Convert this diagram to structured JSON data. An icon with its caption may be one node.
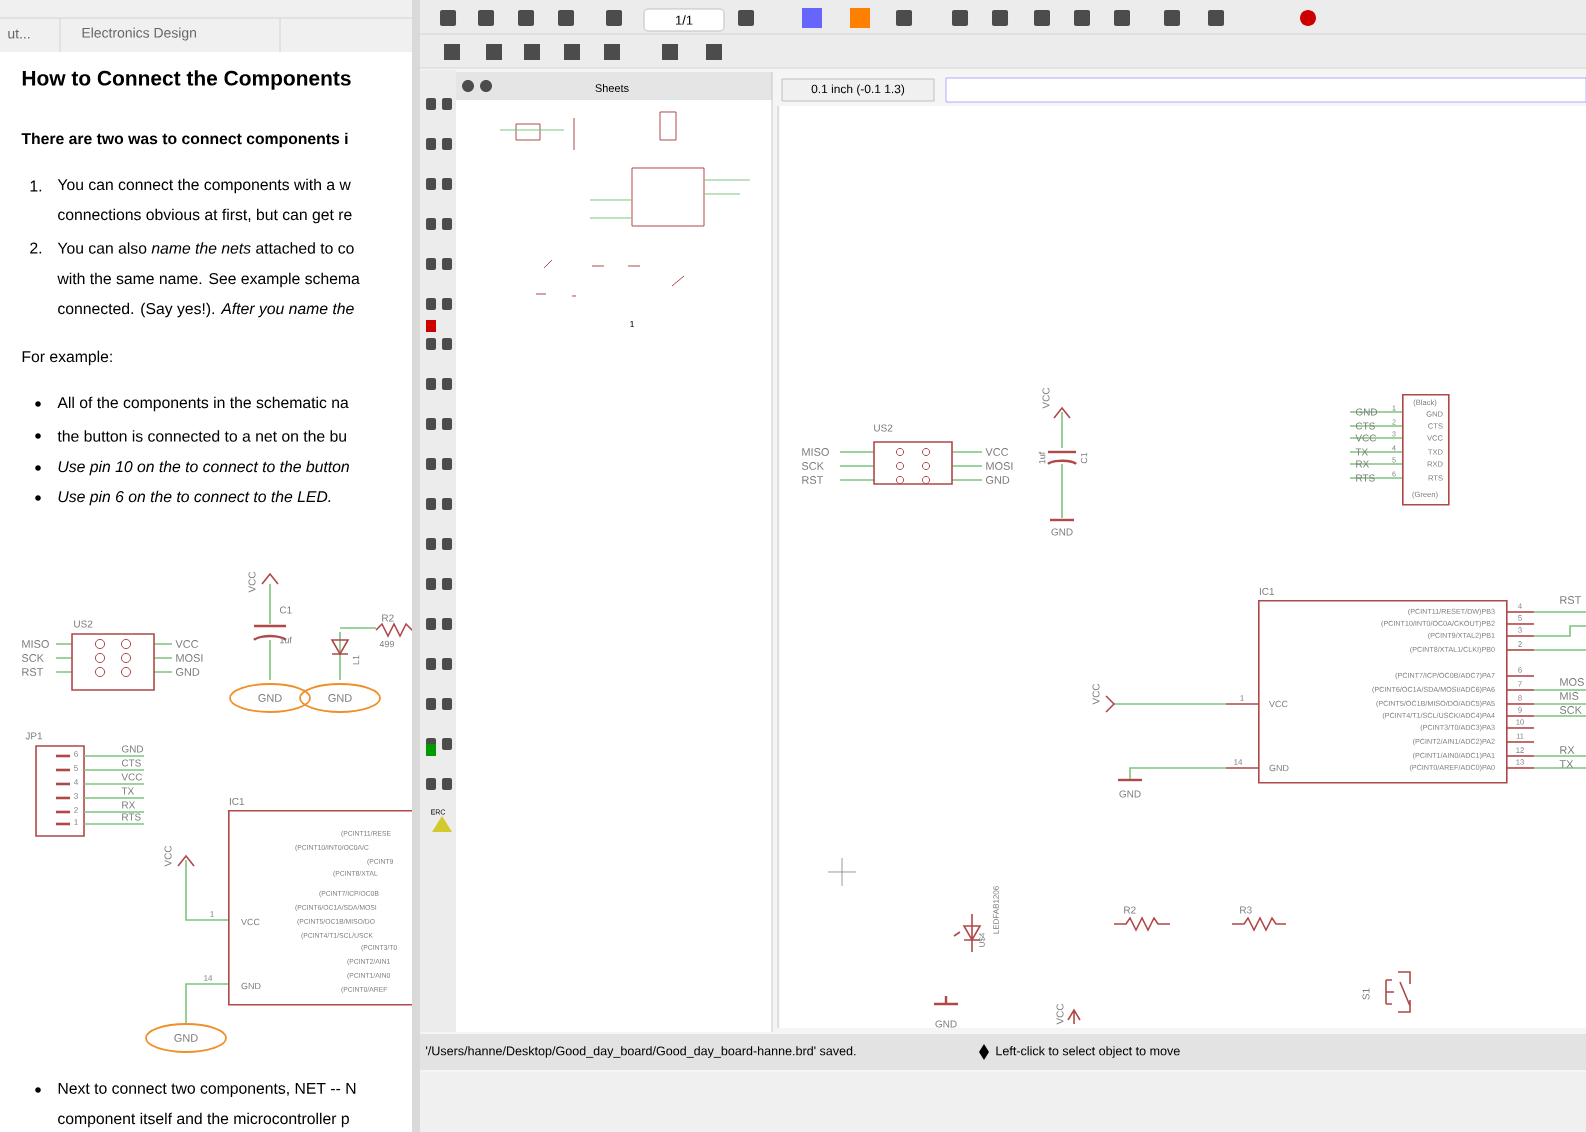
{
  "diagram": {
    "nodes": [
      {
        "text": [
          "GND"
        ]
      },
      {
        "text": [
          "GND"
        ]
      },
      {
        "text": [
          "GND"
        ]
      },
      {
        "beside": [
          "IC1"
        ],
        "text": [
          "(PCINT11/RESE",
          "(PCINT10/INT0/OC0A/C",
          "(PCINT9",
          "(PCINT8/XTAL",
          "(PCINT7/ICP/OC0B",
          "(PCINT6/OC1A/SDA/MOSI",
          "VCC",
          "(PCINT5/OC1B/MISO/DO",
          "(PCINT4/T1/SCL/USCK",
          "(PCINT3/T0",
          "(PCINT2/AIN1",
          "(PCINT1/AIN0",
          "GND",
          "(PCINT0/AREF"
        ]
      },
      {
        "text": [
          "(Black)",
          "GND",
          "CTS",
          "VCC",
          "TXD",
          "RXD",
          "RTS",
          "(Green)"
        ]
      },
      {
        "beside": [
          "IC1"
        ],
        "text": [
          "(PCINT11/RESET/DW)PB3",
          "(PCINT10/INT0/OC0A/CKOUT)PB2",
          "(PCINT9/XTAL2)PB1",
          "(PCINT8/XTAL1/CLKI)PB0",
          "(PCINT7/ICP/OC0B/ADC7)PA7",
          "(PCINT6/OC1A/SDA/MOSI/ADC6)PA6",
          "VCC",
          "(PCINT5/OC1B/MISO/DO/ADC5)PA5",
          "(PCINT4/T1/SCL/USCK/ADC4)PA4",
          "(PCINT3/T0/ADC3)PA3",
          "(PCINT2/AIN1/ADC2)PA2",
          "(PCINT1/AIN0/ADC1)PA1",
          "GND",
          "(PCINT0/AREF/ADC0)PA0"
        ]
      }
    ],
    "edges": [
      {
        "from": 2,
        "to": 3,
        "arrow": "none"
      }
    ],
    "labels": [
      "ut...",
      "Electronics Design",
      "How to Connect the Components",
      "There are two was to connect components i",
      "1.",
      "You can connect the components with a w",
      "connections obvious at first, but can get re",
      "2.",
      "You can also *name the nets* attached to co",
      "with the same name. See example schema",
      "connected. (Say yes!). *After you name the*",
      "For example:",
      "All of the components in the schematic na",
      "the button is connected to a net on the bu",
      "Use pin 10 on the to connect to the button",
      "Use pin 6 on the to connect to the LED.",
      "US2",
      "MISO",
      "SCK",
      "RST",
      "VCC",
      "MOSI",
      "GND",
      "VCC",
      "C1",
      "1uf",
      "R2",
      "499",
      "L1",
      "JP1",
      "6",
      "5",
      "4",
      "3",
      "2",
      "1",
      "GND",
      "CTS",
      "VCC",
      "TX",
      "RX",
      "RTS",
      "1",
      "14",
      "VCC",
      "Next to connect two components, NET -- N",
      "component itself and the microcontroller p",
      "1/1",
      "Sheets",
      "1",
      "0.1 inch (-0.1 1.3)",
      "ERC",
      "US2",
      "MISO",
      "SCK",
      "RST",
      "VCC",
      "MOSI",
      "GND",
      "VCC",
      "1uf",
      "C1",
      "GND",
      "GND",
      "CTS",
      "VCC",
      "TX",
      "RX",
      "RTS",
      "1",
      "2",
      "3",
      "4",
      "5",
      "6",
      "4",
      "5",
      "3",
      "2",
      "6",
      "7",
      "8",
      "9",
      "10",
      "11",
      "12",
      "13",
      "1",
      "14",
      "VCC",
      "GND",
      "RST",
      "MOS",
      "MIS",
      "SCK",
      "RX",
      "TX",
      "U$4",
      "LEDFAB1206",
      "GND",
      "R2",
      "R3",
      "VCC",
      "S1",
      "'/Users/hanne/Desktop/Good_day_board/Good_day_board-hanne.brd' saved.",
      "Left-click to select object to move"
    ]
  }
}
